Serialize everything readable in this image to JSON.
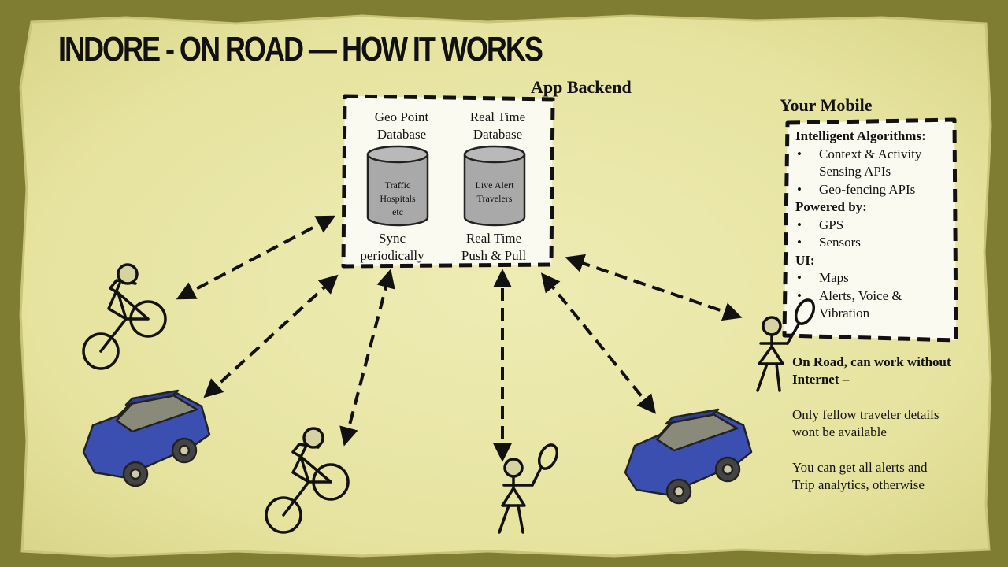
{
  "title": "INDORE - ON ROAD — HOW IT WORKS",
  "backend": {
    "heading": "App Backend",
    "geo_db": {
      "label_line1": "Geo Point",
      "label_line2": "Database",
      "items": [
        "Traffic",
        "Hospitals",
        "etc"
      ]
    },
    "rt_db": {
      "label_line1": "Real Time",
      "label_line2": "Database",
      "items": [
        "Live Alert",
        "Travelers"
      ]
    },
    "sync_line1": "Sync",
    "sync_line2": "periodically",
    "push_line1": "Real Time",
    "push_line2": "Push & Pull"
  },
  "mobile": {
    "heading": "Your Mobile",
    "sections": [
      {
        "title": "Intelligent Algorithms:",
        "items": [
          [
            "Context & Activity",
            "Sensing APIs"
          ],
          [
            "Geo-fencing APIs"
          ]
        ]
      },
      {
        "title": "Powered by:",
        "items": [
          [
            "GPS"
          ],
          [
            "Sensors"
          ]
        ]
      },
      {
        "title": "UI:",
        "items": [
          [
            "Maps"
          ],
          [
            "Alerts, Voice &",
            "Vibration"
          ]
        ]
      }
    ]
  },
  "notes": {
    "offline_line1": "On Road, can work without",
    "offline_line2": "Internet –",
    "fellow_line1": "Only fellow traveler details",
    "fellow_line2": "wont be available",
    "alerts_line1": "You can get all alerts and",
    "alerts_line2": "Trip analytics, otherwise"
  },
  "colors": {
    "paper": "#e9e6a6",
    "frame": "#7f7d32",
    "car": "#3b4fb0",
    "db": "#a9a9a9"
  },
  "icons": [
    "cyclist-icon",
    "car-icon",
    "pedestrian-with-phone-icon"
  ]
}
